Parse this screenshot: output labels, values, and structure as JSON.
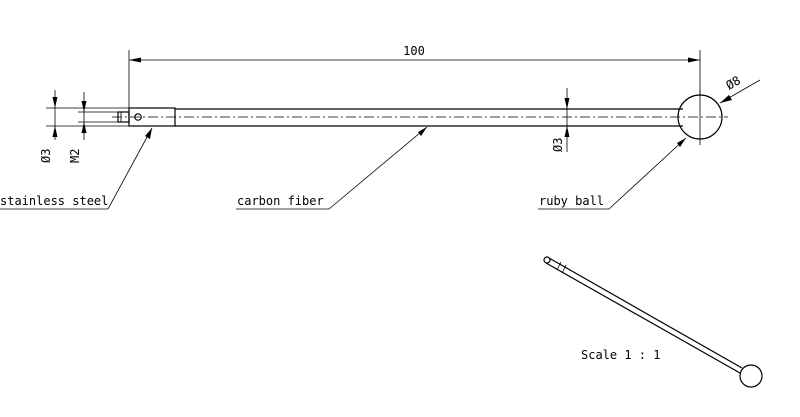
{
  "dimensions": {
    "length": "100",
    "ball_diameter": "Ø8",
    "shank_diameter": "Ø3",
    "thread": "M2",
    "stem_diameter": "Ø3"
  },
  "labels": {
    "stainless_steel": "stainless steel",
    "carbon_fiber": "carbon fiber",
    "ruby_ball": "ruby ball"
  },
  "scale": "Scale 1 : 1"
}
